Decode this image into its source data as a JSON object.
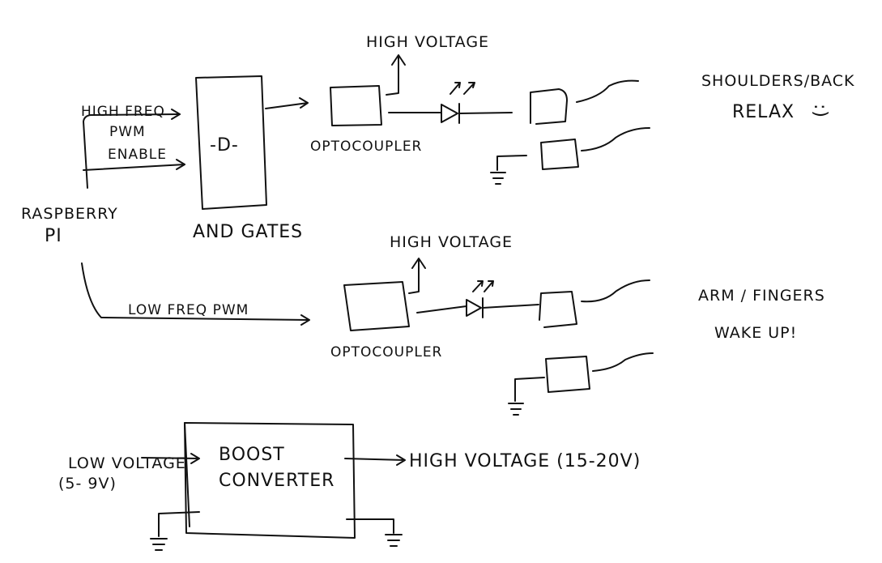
{
  "colors": {
    "ink": "#111111",
    "paper": "#ffffff"
  },
  "labels": {
    "raspberry_line1": "RASPBERRY",
    "raspberry_line2": "PI",
    "high_freq_line1": "HIGH FREQ",
    "high_freq_line2": "PWM",
    "enable": "ENABLE",
    "and_gate_symbol": "-D-",
    "and_gates": "AND GATES",
    "high_voltage_top": "HIGH VOLTAGE",
    "optocoupler_top": "OPTOCOUPLER",
    "shoulders_back": "SHOULDERS/BACK",
    "relax": "RELAX",
    "smiley": ":)",
    "high_voltage_mid": "HIGH VOLTAGE",
    "low_freq_pwm": "LOW FREQ PWM",
    "optocoupler_bottom": "OPTOCOUPLER",
    "arm_fingers": "ARM / FINGERS",
    "wake_up": "WAKE UP!",
    "low_voltage_line1": "LOW VOLTAGE",
    "low_voltage_line2": "(5- 9V)",
    "boost_line1": "BOOST",
    "boost_line2": "CONVERTER",
    "high_voltage_out": "HIGH VOLTAGE (15-20V)"
  }
}
